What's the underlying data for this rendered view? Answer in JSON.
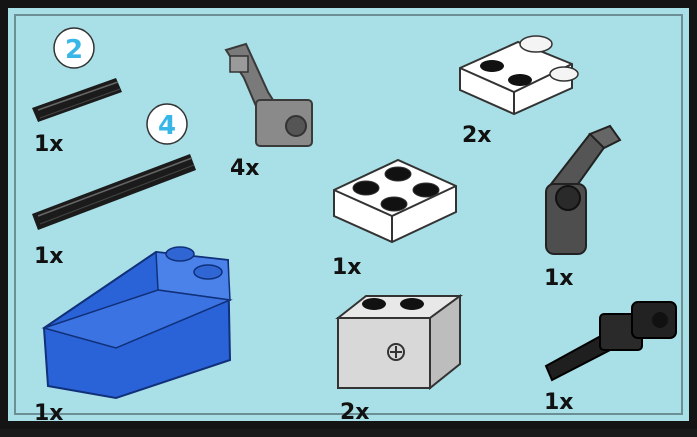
{
  "parts": [
    {
      "id": "axle-2",
      "length_callout": "2",
      "qty": "1x",
      "color": "#1b1b1b",
      "icon": "axle-icon"
    },
    {
      "id": "axle-4",
      "length_callout": "4",
      "qty": "1x",
      "color": "#1b1b1b",
      "icon": "axle-icon"
    },
    {
      "id": "wedge-blue",
      "qty": "1x",
      "color": "#2a63d8",
      "icon": "wedge-brick-icon"
    },
    {
      "id": "arm-grey",
      "qty": "4x",
      "color": "#7a7a7a",
      "icon": "technic-arm-icon"
    },
    {
      "id": "plate-2x2-white",
      "qty": "1x",
      "color": "#ffffff",
      "icon": "plate-2x2-icon"
    },
    {
      "id": "brick-1x2-grey",
      "qty": "2x",
      "color": "#d8d8d8",
      "icon": "technic-brick-icon"
    },
    {
      "id": "plate-clip-white",
      "qty": "2x",
      "color": "#ffffff",
      "icon": "plate-with-clip-icon"
    },
    {
      "id": "angle-connector",
      "qty": "1x",
      "color": "#555555",
      "icon": "angle-connector-icon"
    },
    {
      "id": "black-arm",
      "qty": "1x",
      "color": "#222222",
      "icon": "axle-joint-icon"
    }
  ],
  "colors": {
    "background": "#a9dfe6",
    "border": "#141414",
    "callout": "#38b6e8"
  }
}
